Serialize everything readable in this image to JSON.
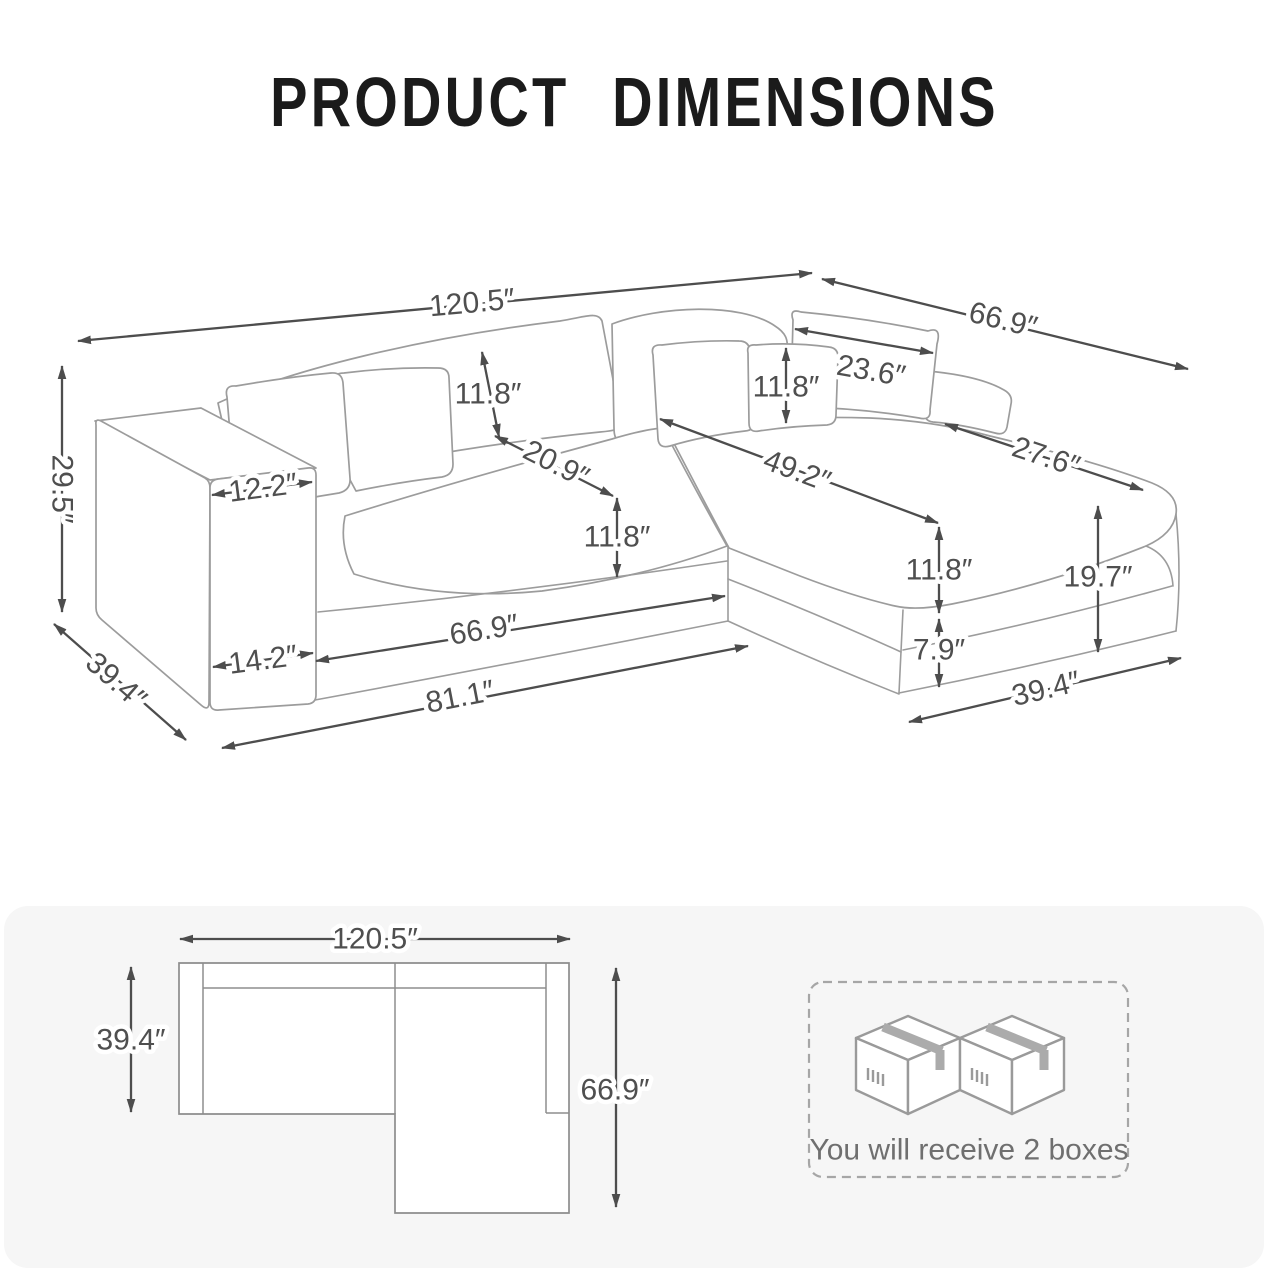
{
  "title": "PRODUCT DIMENSIONS",
  "colors": {
    "dimension_lines": "#4d4d4d",
    "sofa_outline": "#9c9c9c",
    "panel_background": "#f6f6f6",
    "note_text": "#6f6f6f"
  },
  "sofa_3d": {
    "total_width": "120.5″",
    "chaise_depth": "66.9″",
    "back_height": "29.5″",
    "sofa_depth": "39.4″",
    "arm_top_width": "12.2″",
    "arm_base_width": "14.2″",
    "back_cushion_height": "11.8″",
    "seat_depth": "20.9″",
    "seat_cushion_height": "11.8″",
    "toss_pillow_height": "11.8″",
    "toss_pillow_width": "23.6″",
    "chaise_seat_length": "49.2″",
    "chaise_seat_width": "27.6″",
    "chaise_cushion_height": "11.8″",
    "base_height": "7.9″",
    "platform_height": "19.7″",
    "seat_width": "66.9″",
    "left_section_width": "81.1″",
    "chaise_base_width": "39.4″"
  },
  "floor_plan": {
    "total_width": "120.5″",
    "sofa_depth": "39.4″",
    "chaise_depth": "66.9″"
  },
  "shipping": {
    "note": "You will receive 2 boxes",
    "icon": "cardboard-box-icon"
  }
}
